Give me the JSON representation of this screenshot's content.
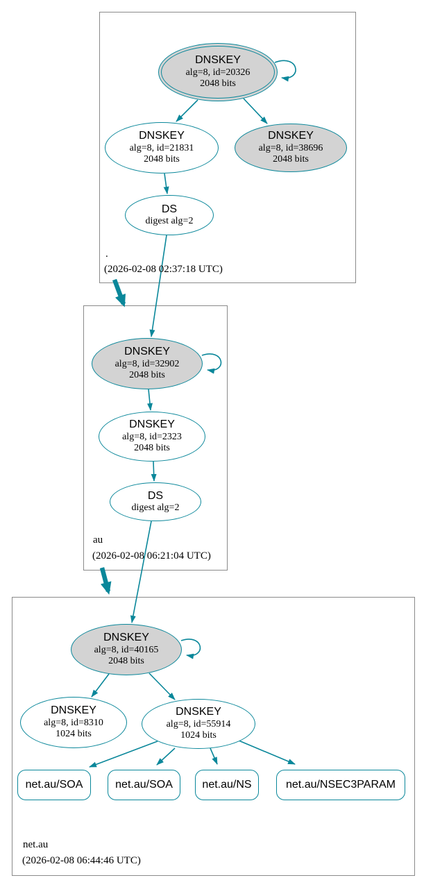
{
  "colors": {
    "secure": "#0a879a",
    "key_fill": "#d3d3d3",
    "plain_fill": "#ffffff",
    "box_border": "#8a8a8a"
  },
  "zones": [
    {
      "name": ".",
      "timestamp": "(2026-02-08 02:37:18 UTC)",
      "nodes": [
        {
          "id": "dnskey-20326",
          "title": "DNSKEY",
          "line1": "alg=8, id=20326",
          "line2": "2048 bits",
          "shape": "double-ellipse",
          "fill": "gray"
        },
        {
          "id": "dnskey-21831",
          "title": "DNSKEY",
          "line1": "alg=8, id=21831",
          "line2": "2048 bits",
          "shape": "ellipse",
          "fill": "white"
        },
        {
          "id": "dnskey-38696",
          "title": "DNSKEY",
          "line1": "alg=8, id=38696",
          "line2": "2048 bits",
          "shape": "ellipse",
          "fill": "gray"
        },
        {
          "id": "ds-root",
          "title": "DS",
          "line1": "digest alg=2",
          "shape": "ellipse",
          "fill": "white"
        }
      ]
    },
    {
      "name": "au",
      "timestamp": "(2026-02-08 06:21:04 UTC)",
      "nodes": [
        {
          "id": "dnskey-32902",
          "title": "DNSKEY",
          "line1": "alg=8, id=32902",
          "line2": "2048 bits",
          "shape": "ellipse",
          "fill": "gray"
        },
        {
          "id": "dnskey-2323",
          "title": "DNSKEY",
          "line1": "alg=8, id=2323",
          "line2": "2048 bits",
          "shape": "ellipse",
          "fill": "white"
        },
        {
          "id": "ds-au",
          "title": "DS",
          "line1": "digest alg=2",
          "shape": "ellipse",
          "fill": "white"
        }
      ]
    },
    {
      "name": "net.au",
      "timestamp": "(2026-02-08 06:44:46 UTC)",
      "nodes": [
        {
          "id": "dnskey-40165",
          "title": "DNSKEY",
          "line1": "alg=8, id=40165",
          "line2": "2048 bits",
          "shape": "ellipse",
          "fill": "gray"
        },
        {
          "id": "dnskey-8310",
          "title": "DNSKEY",
          "line1": "alg=8, id=8310",
          "line2": "1024 bits",
          "shape": "ellipse",
          "fill": "white"
        },
        {
          "id": "dnskey-55914",
          "title": "DNSKEY",
          "line1": "alg=8, id=55914",
          "line2": "1024 bits",
          "shape": "ellipse",
          "fill": "white"
        }
      ],
      "rrsets": [
        {
          "label": "net.au/SOA"
        },
        {
          "label": "net.au/SOA"
        },
        {
          "label": "net.au/NS"
        },
        {
          "label": "net.au/NSEC3PARAM"
        }
      ]
    }
  ],
  "edges": [
    {
      "from": ". dnskey-20326",
      "to": ". dnskey-20326",
      "kind": "self-signature"
    },
    {
      "from": ". dnskey-20326",
      "to": ". dnskey-21831",
      "kind": "signature"
    },
    {
      "from": ". dnskey-20326",
      "to": ". dnskey-38696",
      "kind": "signature"
    },
    {
      "from": ". dnskey-21831",
      "to": ". ds-root",
      "kind": "signature"
    },
    {
      "from": ". ds-root",
      "to": "au dnskey-32902",
      "kind": "digest"
    },
    {
      "from": "zone .",
      "to": "zone au",
      "kind": "delegation"
    },
    {
      "from": "au dnskey-32902",
      "to": "au dnskey-32902",
      "kind": "self-signature"
    },
    {
      "from": "au dnskey-32902",
      "to": "au dnskey-2323",
      "kind": "signature"
    },
    {
      "from": "au dnskey-2323",
      "to": "au ds-au",
      "kind": "signature"
    },
    {
      "from": "au ds-au",
      "to": "net.au dnskey-40165",
      "kind": "digest"
    },
    {
      "from": "zone au",
      "to": "zone net.au",
      "kind": "delegation"
    },
    {
      "from": "net.au dnskey-40165",
      "to": "net.au dnskey-40165",
      "kind": "self-signature"
    },
    {
      "from": "net.au dnskey-40165",
      "to": "net.au dnskey-8310",
      "kind": "signature"
    },
    {
      "from": "net.au dnskey-40165",
      "to": "net.au dnskey-55914",
      "kind": "signature"
    },
    {
      "from": "net.au dnskey-55914",
      "to": "net.au/SOA (1)",
      "kind": "signature"
    },
    {
      "from": "net.au dnskey-55914",
      "to": "net.au/SOA (2)",
      "kind": "signature"
    },
    {
      "from": "net.au dnskey-55914",
      "to": "net.au/NS",
      "kind": "signature"
    },
    {
      "from": "net.au dnskey-55914",
      "to": "net.au/NSEC3PARAM",
      "kind": "signature"
    }
  ]
}
